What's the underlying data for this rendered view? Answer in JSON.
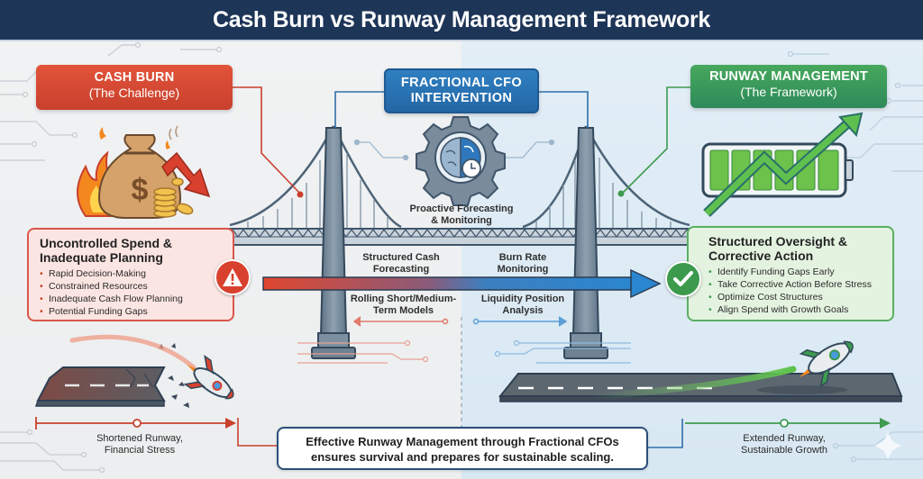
{
  "title": "Cash Burn vs Runway Management Framework",
  "colors": {
    "title_bar": "#1d3557",
    "challenge_red": "#d9412f",
    "intervention_blue": "#2467a6",
    "framework_green": "#3c9a4d"
  },
  "left": {
    "header": {
      "line1": "CASH BURN",
      "line2": "(The Challenge)"
    },
    "illustration_icon": "money-bag-on-fire-icon",
    "panel": {
      "title_line1": "Uncontrolled Spend &",
      "title_line2": "Inadequate Planning",
      "items": [
        "Rapid Decision-Making",
        "Constrained Resources",
        "Inadequate Cash Flow Planning",
        "Potential Funding Gaps"
      ]
    },
    "badge_icon": "warning-icon",
    "runway_caption": {
      "line1": "Shortened Runway,",
      "line2": "Financial Stress"
    }
  },
  "center": {
    "header": {
      "line1": "FRACTIONAL CFO",
      "line2": "INTERVENTION"
    },
    "gear_icon": "gear-brain-clock-icon",
    "gear_caption": {
      "line1": "Proactive Forecasting",
      "line2": "& Monitoring"
    },
    "labels": {
      "top_left": {
        "line1": "Structured Cash",
        "line2": "Forecasting"
      },
      "top_right": {
        "line1": "Burn Rate",
        "line2": "Monitoring"
      },
      "bottom_left": {
        "line1": "Rolling Short/Medium-",
        "line2": "Term Models"
      },
      "bottom_right": {
        "line1": "Liquidity Position",
        "line2": "Analysis"
      }
    }
  },
  "right": {
    "header": {
      "line1": "RUNWAY MANAGEMENT",
      "line2": "(The Framework)"
    },
    "illustration_icon": "battery-growth-arrow-icon",
    "panel": {
      "title_line1": "Structured Oversight &",
      "title_line2": "Corrective Action",
      "items": [
        "Identify Funding Gaps Early",
        "Take Corrective Action Before Stress",
        "Optimize Cost Structures",
        "Align Spend with Growth Goals"
      ]
    },
    "badge_icon": "checkmark-icon",
    "runway_caption": {
      "line1": "Extended Runway,",
      "line2": "Sustainable Growth"
    }
  },
  "summary": {
    "line1": "Effective Runway Management through Fractional CFOs",
    "line2": "ensures survival and prepares for sustainable scaling."
  },
  "glyphs": {
    "warning": "!",
    "check": "✓"
  }
}
